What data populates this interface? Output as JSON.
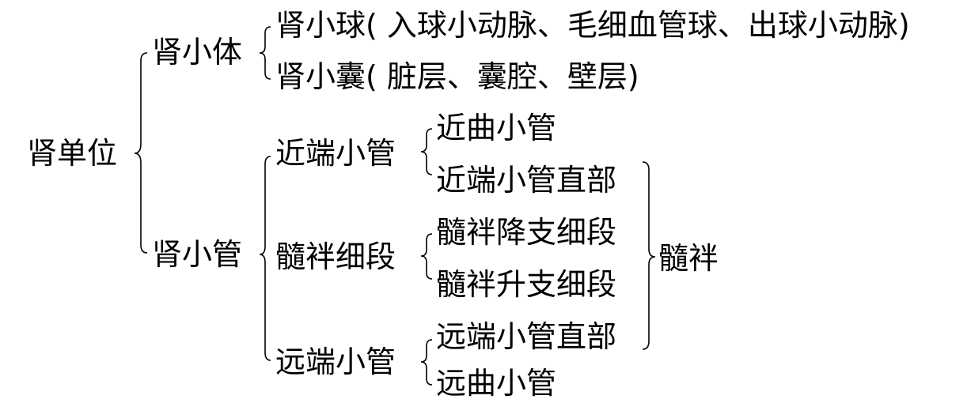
{
  "root": "肾单位",
  "level1": {
    "corpuscle": "肾小体",
    "tubule": "肾小管"
  },
  "corpuscle_parts": {
    "glomerulus": "肾小球( 入球小动脉、毛细血管球、出球小动脉)",
    "capsule": "肾小囊( 脏层、囊腔、壁层)"
  },
  "tubule_parts": {
    "proximal": "近端小管",
    "loop_thin": "髓袢细段",
    "distal": "远端小管"
  },
  "proximal_parts": {
    "convoluted": "近曲小管",
    "straight": "近端小管直部"
  },
  "thin_parts": {
    "descending": "髓袢降支细段",
    "ascending": "髓袢升支细段"
  },
  "distal_parts": {
    "straight": "远端小管直部",
    "convoluted": "远曲小管"
  },
  "loop_label": "髓袢"
}
